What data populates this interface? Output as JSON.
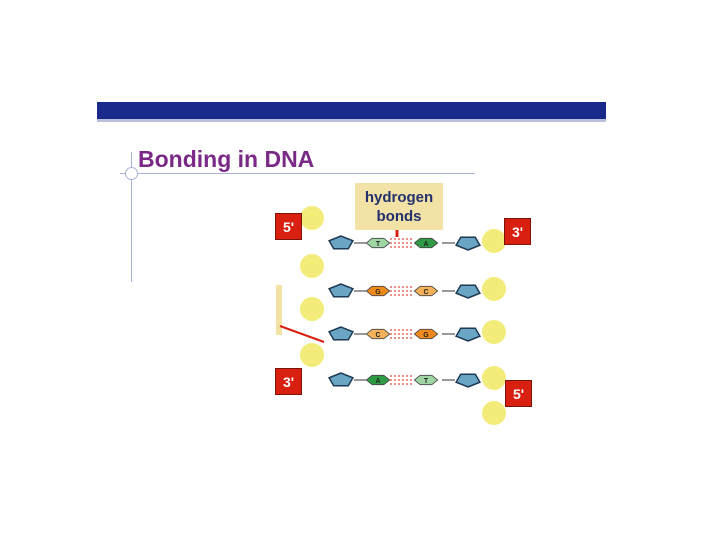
{
  "slide": {
    "title": "Bonding in DNA",
    "callout_line1": "hydrogen",
    "callout_line2": "bonds",
    "labels": {
      "top_left": "5'",
      "top_right": "3'",
      "bottom_left": "3'",
      "bottom_right": "5'"
    }
  },
  "diagram": {
    "base_pairs": [
      {
        "left": "T",
        "right": "A",
        "left_color": "#9fd6a3",
        "right_color": "#2f9b45"
      },
      {
        "left": "G",
        "right": "C",
        "left_color": "#f08a1c",
        "right_color": "#f5b25a"
      },
      {
        "left": "C",
        "right": "G",
        "left_color": "#f5b25a",
        "right_color": "#f08a1c"
      },
      {
        "left": "A",
        "right": "T",
        "left_color": "#2f9b45",
        "right_color": "#9fd6a3"
      }
    ],
    "colors": {
      "sugar": "#6aa6c4",
      "phosphate": "#f3ec7a",
      "label_red": "#d92010",
      "title_purple": "#7a2a86",
      "bar_blue": "#1a2a8c"
    }
  }
}
